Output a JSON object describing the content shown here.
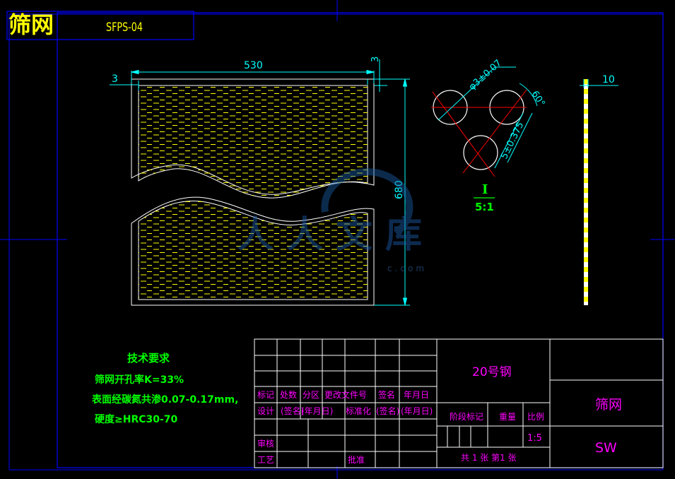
{
  "title": {
    "name": "筛网",
    "code": "SFPS-04"
  },
  "dimensions": {
    "width": "530",
    "height": "680",
    "left_margin": "3",
    "right_margin": "3",
    "thickness": "10",
    "hole_diameter": "φ3±0.07",
    "hole_pitch": "5±0.375",
    "hole_angle": "60°"
  },
  "detail": {
    "label": "I",
    "scale": "5:1"
  },
  "tech_requirements": {
    "heading": "技术要求",
    "lines": [
      "筛网开孔率K=33%",
      "表面经碳氮共渗0.07-0.17mm,",
      "硬度≥HRC30-70"
    ]
  },
  "title_block": {
    "material": "20号钢",
    "part_name": "筛网",
    "software": "SW",
    "header_row": [
      "标记",
      "处数",
      "分区",
      "更改文件号",
      "签名",
      "年月日"
    ],
    "design_row": [
      "设计",
      "(签名)",
      "(年月日)",
      "标准化",
      "(签名)",
      "(年月日)"
    ],
    "review": "审核",
    "process": "工艺",
    "approve": "批准",
    "stage_mark": "阶段标记",
    "weight": "重量",
    "ratio": "比例",
    "scale_value": "1:5",
    "sheets": "共 1 张 第1 张"
  },
  "watermark": {
    "text": "人人文库",
    "url": "c.com"
  },
  "colors": {
    "background": "#000000",
    "frame": "#0000ff",
    "outline": "#ffffff",
    "dimension": "#00ffff",
    "centerline": "#ff0000",
    "text_green": "#00ff00",
    "text_yellow": "#ffff00",
    "text_magenta": "#ff00ff",
    "mesh": "#ffff00"
  }
}
